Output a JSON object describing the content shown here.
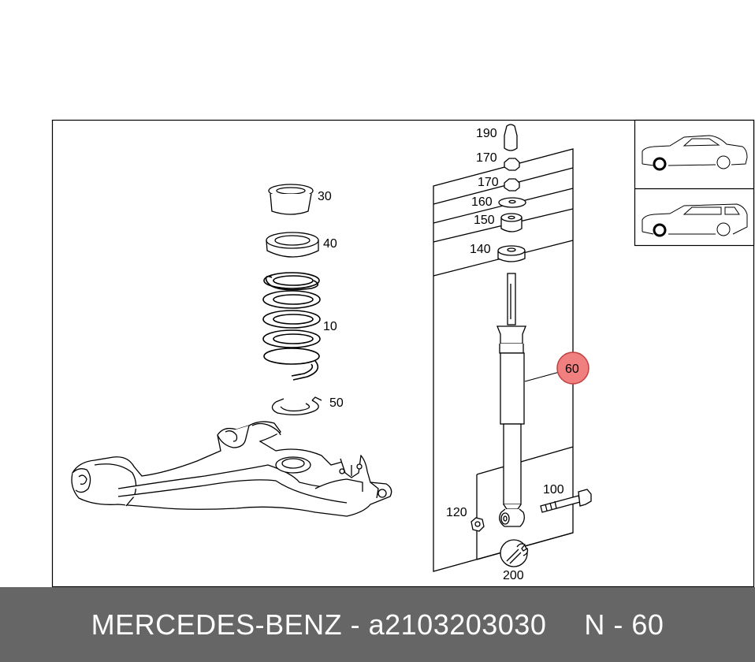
{
  "parts": {
    "p190": "190",
    "p170a": "170",
    "p170b": "170",
    "p160": "160",
    "p150": "150",
    "p140": "140",
    "p30": "30",
    "p40": "40",
    "p10": "10",
    "p50": "50",
    "p60": "60",
    "p100": "100",
    "p120": "120",
    "p200": "200"
  },
  "highlight_color": "#f08080",
  "footer": {
    "brand": "MERCEDES-BENZ",
    "separator": " - ",
    "part_number": "a2103203030",
    "position": "N - 60"
  }
}
